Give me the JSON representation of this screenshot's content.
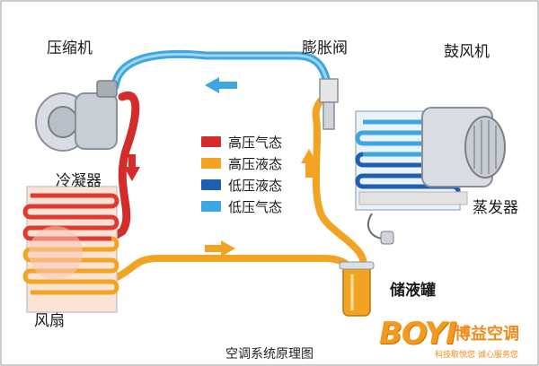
{
  "labels": {
    "compressor": "压缩机",
    "expansion_valve": "膨胀阀",
    "blower": "鼓风机",
    "condenser": "冷凝器",
    "evaporator": "蒸发器",
    "fan": "风扇",
    "receiver_drier": "储液罐"
  },
  "legend": [
    {
      "label": "高压气态",
      "color": "#d42b2b"
    },
    {
      "label": "高压液态",
      "color": "#f2a321"
    },
    {
      "label": "低压液态",
      "color": "#1e5fb4"
    },
    {
      "label": "低压气态",
      "color": "#3ea6e0"
    }
  ],
  "caption": "空调系统原理图",
  "logo": {
    "mark": "BOYI",
    "name": "博益空调",
    "slogan": "科技取悦您 诚心服务您"
  }
}
